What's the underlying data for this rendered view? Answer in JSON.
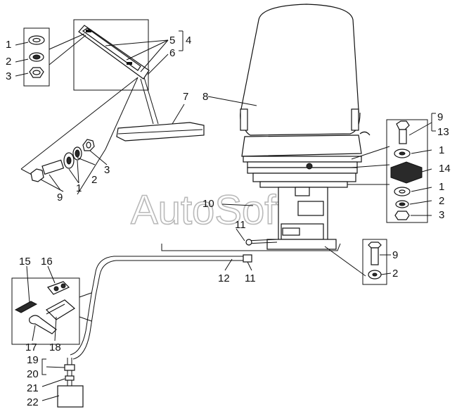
{
  "watermark": "AutoSoft",
  "callouts": [
    "1",
    "2",
    "3",
    "4",
    "5",
    "6",
    "7",
    "8",
    "9",
    "10",
    "11",
    "12",
    "13",
    "14",
    "15",
    "16",
    "17",
    "18",
    "19",
    "20",
    "21",
    "22"
  ]
}
